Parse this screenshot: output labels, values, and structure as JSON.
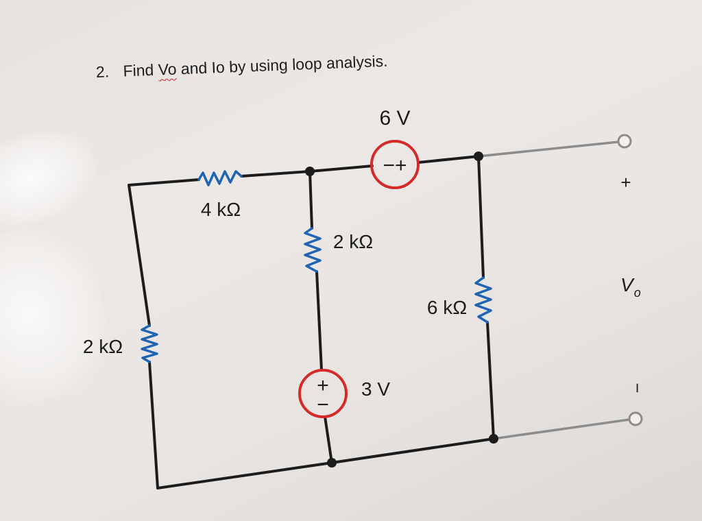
{
  "problem": {
    "number": "2.",
    "text_before": "Find",
    "vo": "Vo",
    "text_after": "and Io by using loop analysis."
  },
  "components": {
    "r_top": "4 kΩ",
    "r_left": "2 kΩ",
    "r_middle": "2 kΩ",
    "r_right": "6 kΩ",
    "v_top": "6 V",
    "v_top_polarity": "−+",
    "v_mid": "3 V"
  },
  "output": {
    "plus": "+",
    "minus": "−",
    "v_symbol": "V",
    "v_subscript": "o"
  },
  "colors": {
    "wire": "#1c1c1c",
    "resistor": "#1f63b5",
    "source": "#d42a2a",
    "terminal": "#8c8c8c"
  }
}
